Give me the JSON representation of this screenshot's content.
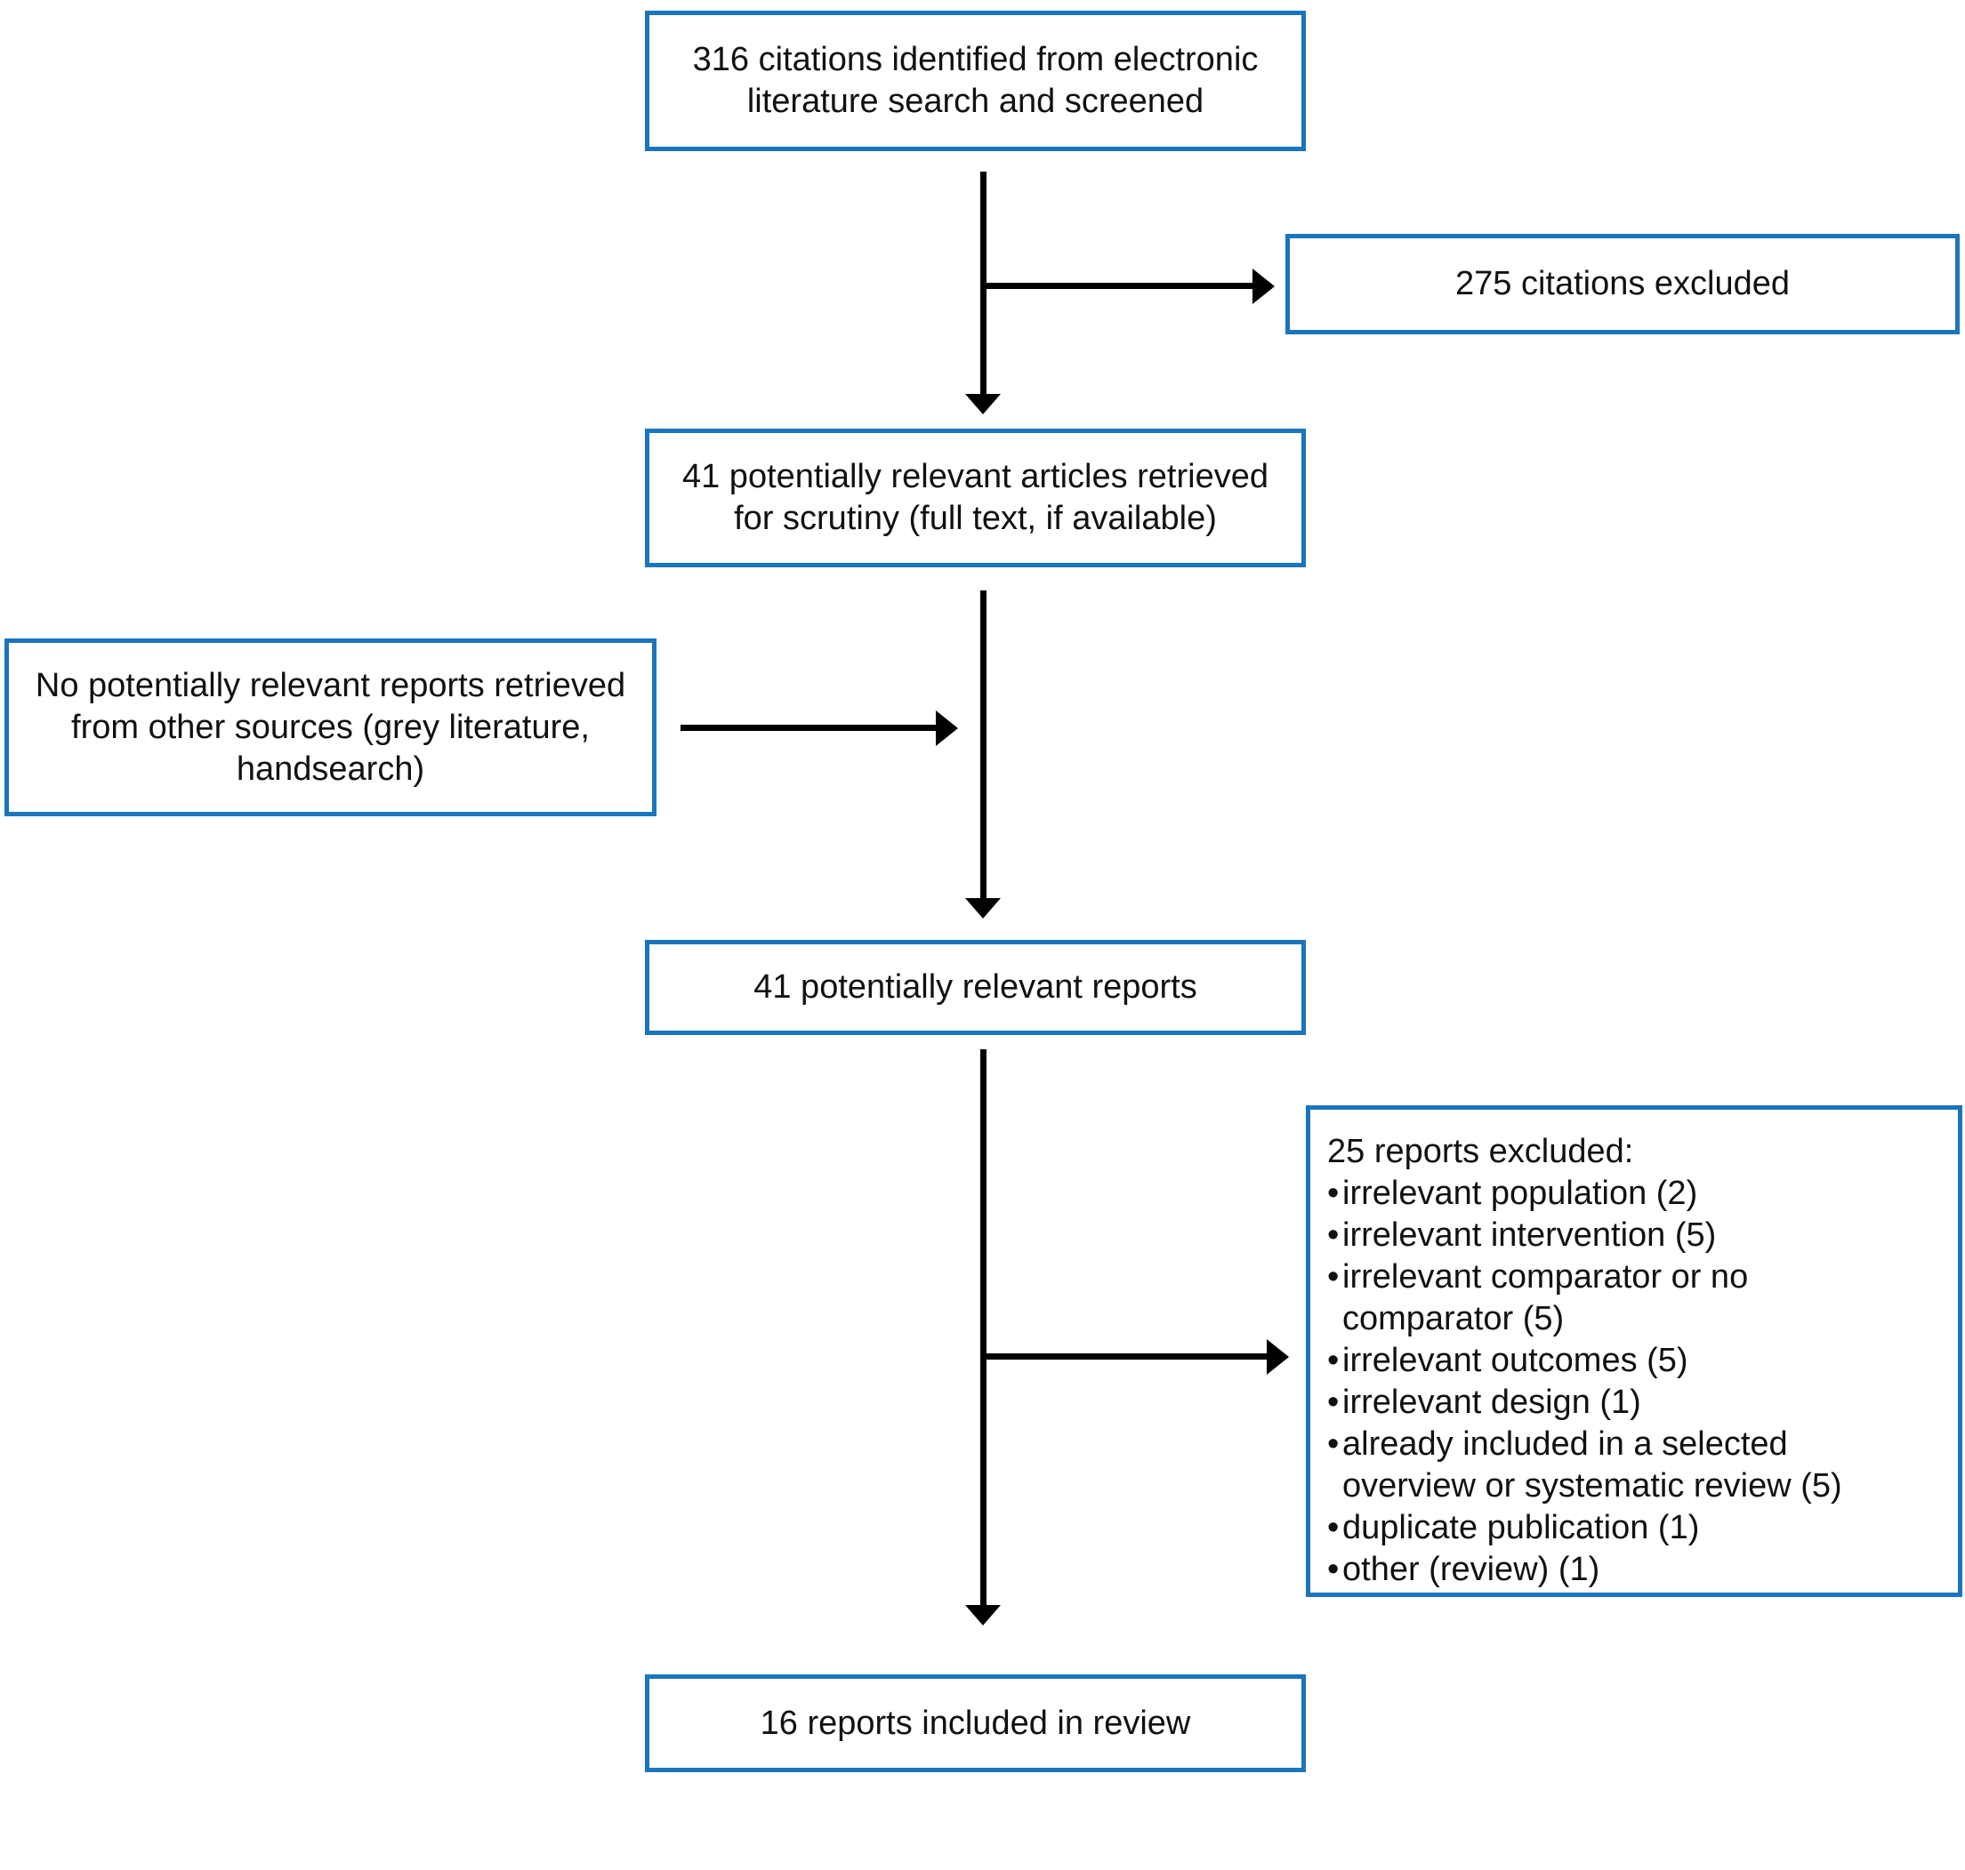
{
  "diagram": {
    "accent_color": "#1b75bc",
    "connector_color": "#000000",
    "text_color": "#111111",
    "bullet_char": "•",
    "boxes": {
      "identified": {
        "lines": [
          "316 citations identified from electronic",
          "literature search and screened"
        ]
      },
      "excluded_citations": {
        "lines": [
          "275 citations excluded"
        ]
      },
      "retrieved": {
        "lines": [
          "41 potentially relevant articles retrieved",
          "for scrutiny (full text, if available)"
        ]
      },
      "other_sources": {
        "lines": [
          "No potentially relevant reports retrieved",
          "from other sources (grey literature,",
          "handsearch)"
        ]
      },
      "relevant_reports": {
        "lines": [
          "41 potentially relevant reports"
        ]
      },
      "excluded_reports": {
        "title": "25 reports excluded:",
        "items": [
          {
            "text": "irrelevant population (2)"
          },
          {
            "text": "irrelevant intervention (5)"
          },
          {
            "text": "irrelevant comparator or no"
          },
          {
            "text": "comparator (5)",
            "indent": true
          },
          {
            "text": "irrelevant outcomes (5)"
          },
          {
            "text": "irrelevant design (1)"
          },
          {
            "text": "already included in a selected"
          },
          {
            "text": "overview or systematic review (5)",
            "indent": true
          },
          {
            "text": "duplicate publication (1)"
          },
          {
            "text": "other (review) (1)"
          }
        ]
      },
      "included": {
        "lines": [
          "16 reports included in review"
        ]
      }
    }
  }
}
